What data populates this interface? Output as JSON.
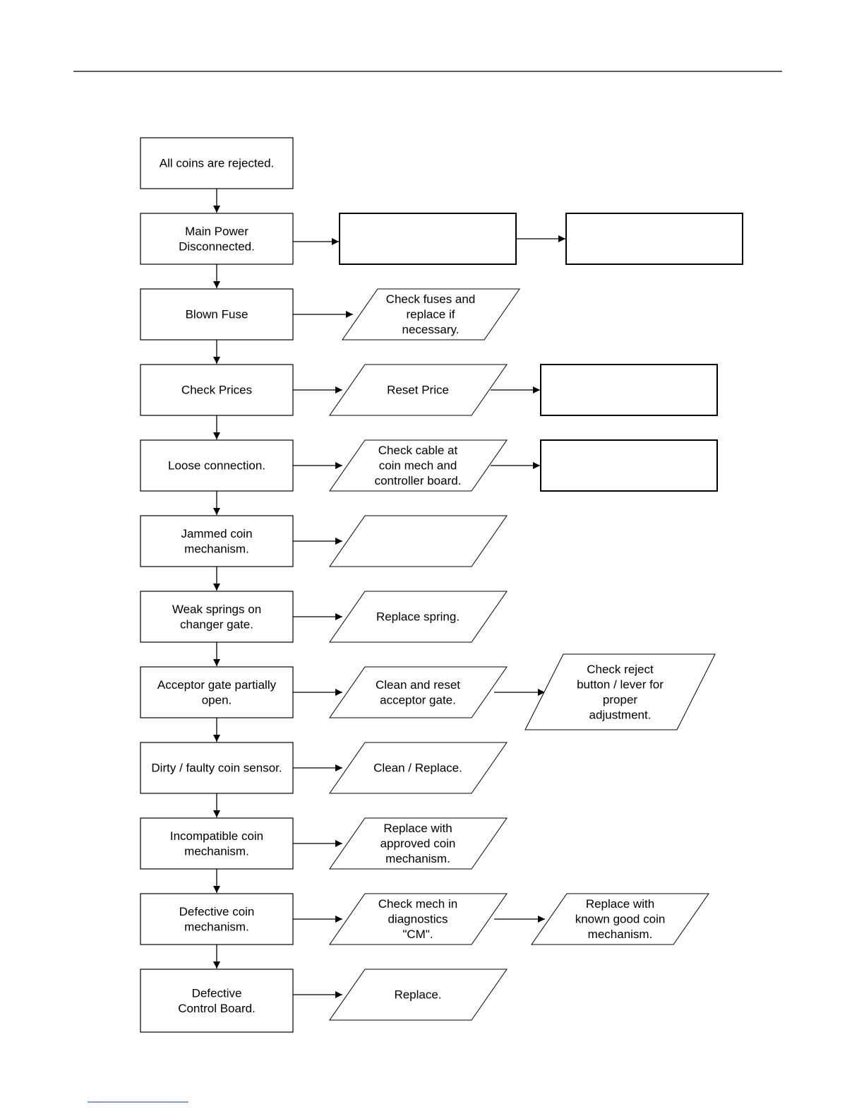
{
  "flowchart": {
    "start": "All coins are rejected.",
    "causes": [
      {
        "id": "main-power",
        "lines": [
          "Main Power",
          "Disconnected."
        ]
      },
      {
        "id": "blown-fuse",
        "lines": [
          "Blown Fuse"
        ]
      },
      {
        "id": "check-prices",
        "lines": [
          "Check Prices"
        ]
      },
      {
        "id": "loose-connection",
        "lines": [
          "Loose connection."
        ]
      },
      {
        "id": "jammed-coin-mechanism",
        "lines": [
          "Jammed coin",
          "mechanism."
        ]
      },
      {
        "id": "weak-springs",
        "lines": [
          "Weak springs on",
          "changer gate."
        ]
      },
      {
        "id": "acceptor-gate",
        "lines": [
          "Acceptor gate partially",
          "open."
        ]
      },
      {
        "id": "coin-sensor",
        "lines": [
          "Dirty / faulty coin sensor."
        ]
      },
      {
        "id": "incompatible-mechanism",
        "lines": [
          "Incompatible coin",
          "mechanism."
        ]
      },
      {
        "id": "defective-mechanism",
        "lines": [
          "Defective coin",
          "mechanism."
        ]
      },
      {
        "id": "defective-board",
        "lines": [
          "Defective",
          "Control Board."
        ]
      }
    ],
    "actions": [
      {
        "id": "main-power-action",
        "shape": "box",
        "lines": []
      },
      {
        "id": "check-fuses",
        "shape": "parallelogram",
        "lines": [
          "Check fuses and",
          "replace if",
          "necessary."
        ]
      },
      {
        "id": "reset-price",
        "shape": "parallelogram",
        "lines": [
          "Reset Price"
        ]
      },
      {
        "id": "check-cable",
        "shape": "parallelogram",
        "lines": [
          "Check cable at",
          "coin mech and",
          "controller board."
        ]
      },
      {
        "id": "jammed-action",
        "shape": "parallelogram",
        "lines": []
      },
      {
        "id": "replace-spring",
        "shape": "parallelogram",
        "lines": [
          "Replace spring."
        ]
      },
      {
        "id": "clean-reset-gate",
        "shape": "parallelogram",
        "lines": [
          "Clean and reset",
          "acceptor gate."
        ]
      },
      {
        "id": "clean-replace",
        "shape": "parallelogram",
        "lines": [
          "Clean / Replace."
        ]
      },
      {
        "id": "replace-approved",
        "shape": "parallelogram",
        "lines": [
          "Replace with",
          "approved coin",
          "mechanism."
        ]
      },
      {
        "id": "check-diagnostics",
        "shape": "parallelogram",
        "lines": [
          "Check mech in",
          "diagnostics",
          "\"CM\"."
        ]
      },
      {
        "id": "replace-board",
        "shape": "parallelogram",
        "lines": [
          "Replace."
        ]
      }
    ],
    "followups": [
      {
        "id": "main-power-followup",
        "shape": "box",
        "lines": []
      },
      {
        "id": "reset-price-followup",
        "shape": "box",
        "lines": []
      },
      {
        "id": "check-cable-followup",
        "shape": "box",
        "lines": []
      },
      {
        "id": "check-reject-button",
        "shape": "parallelogram",
        "lines": [
          "Check reject",
          "button / lever for",
          "proper",
          "adjustment."
        ]
      },
      {
        "id": "replace-known-good",
        "shape": "parallelogram",
        "lines": [
          "Replace with",
          "known good coin",
          "mechanism."
        ]
      }
    ]
  }
}
